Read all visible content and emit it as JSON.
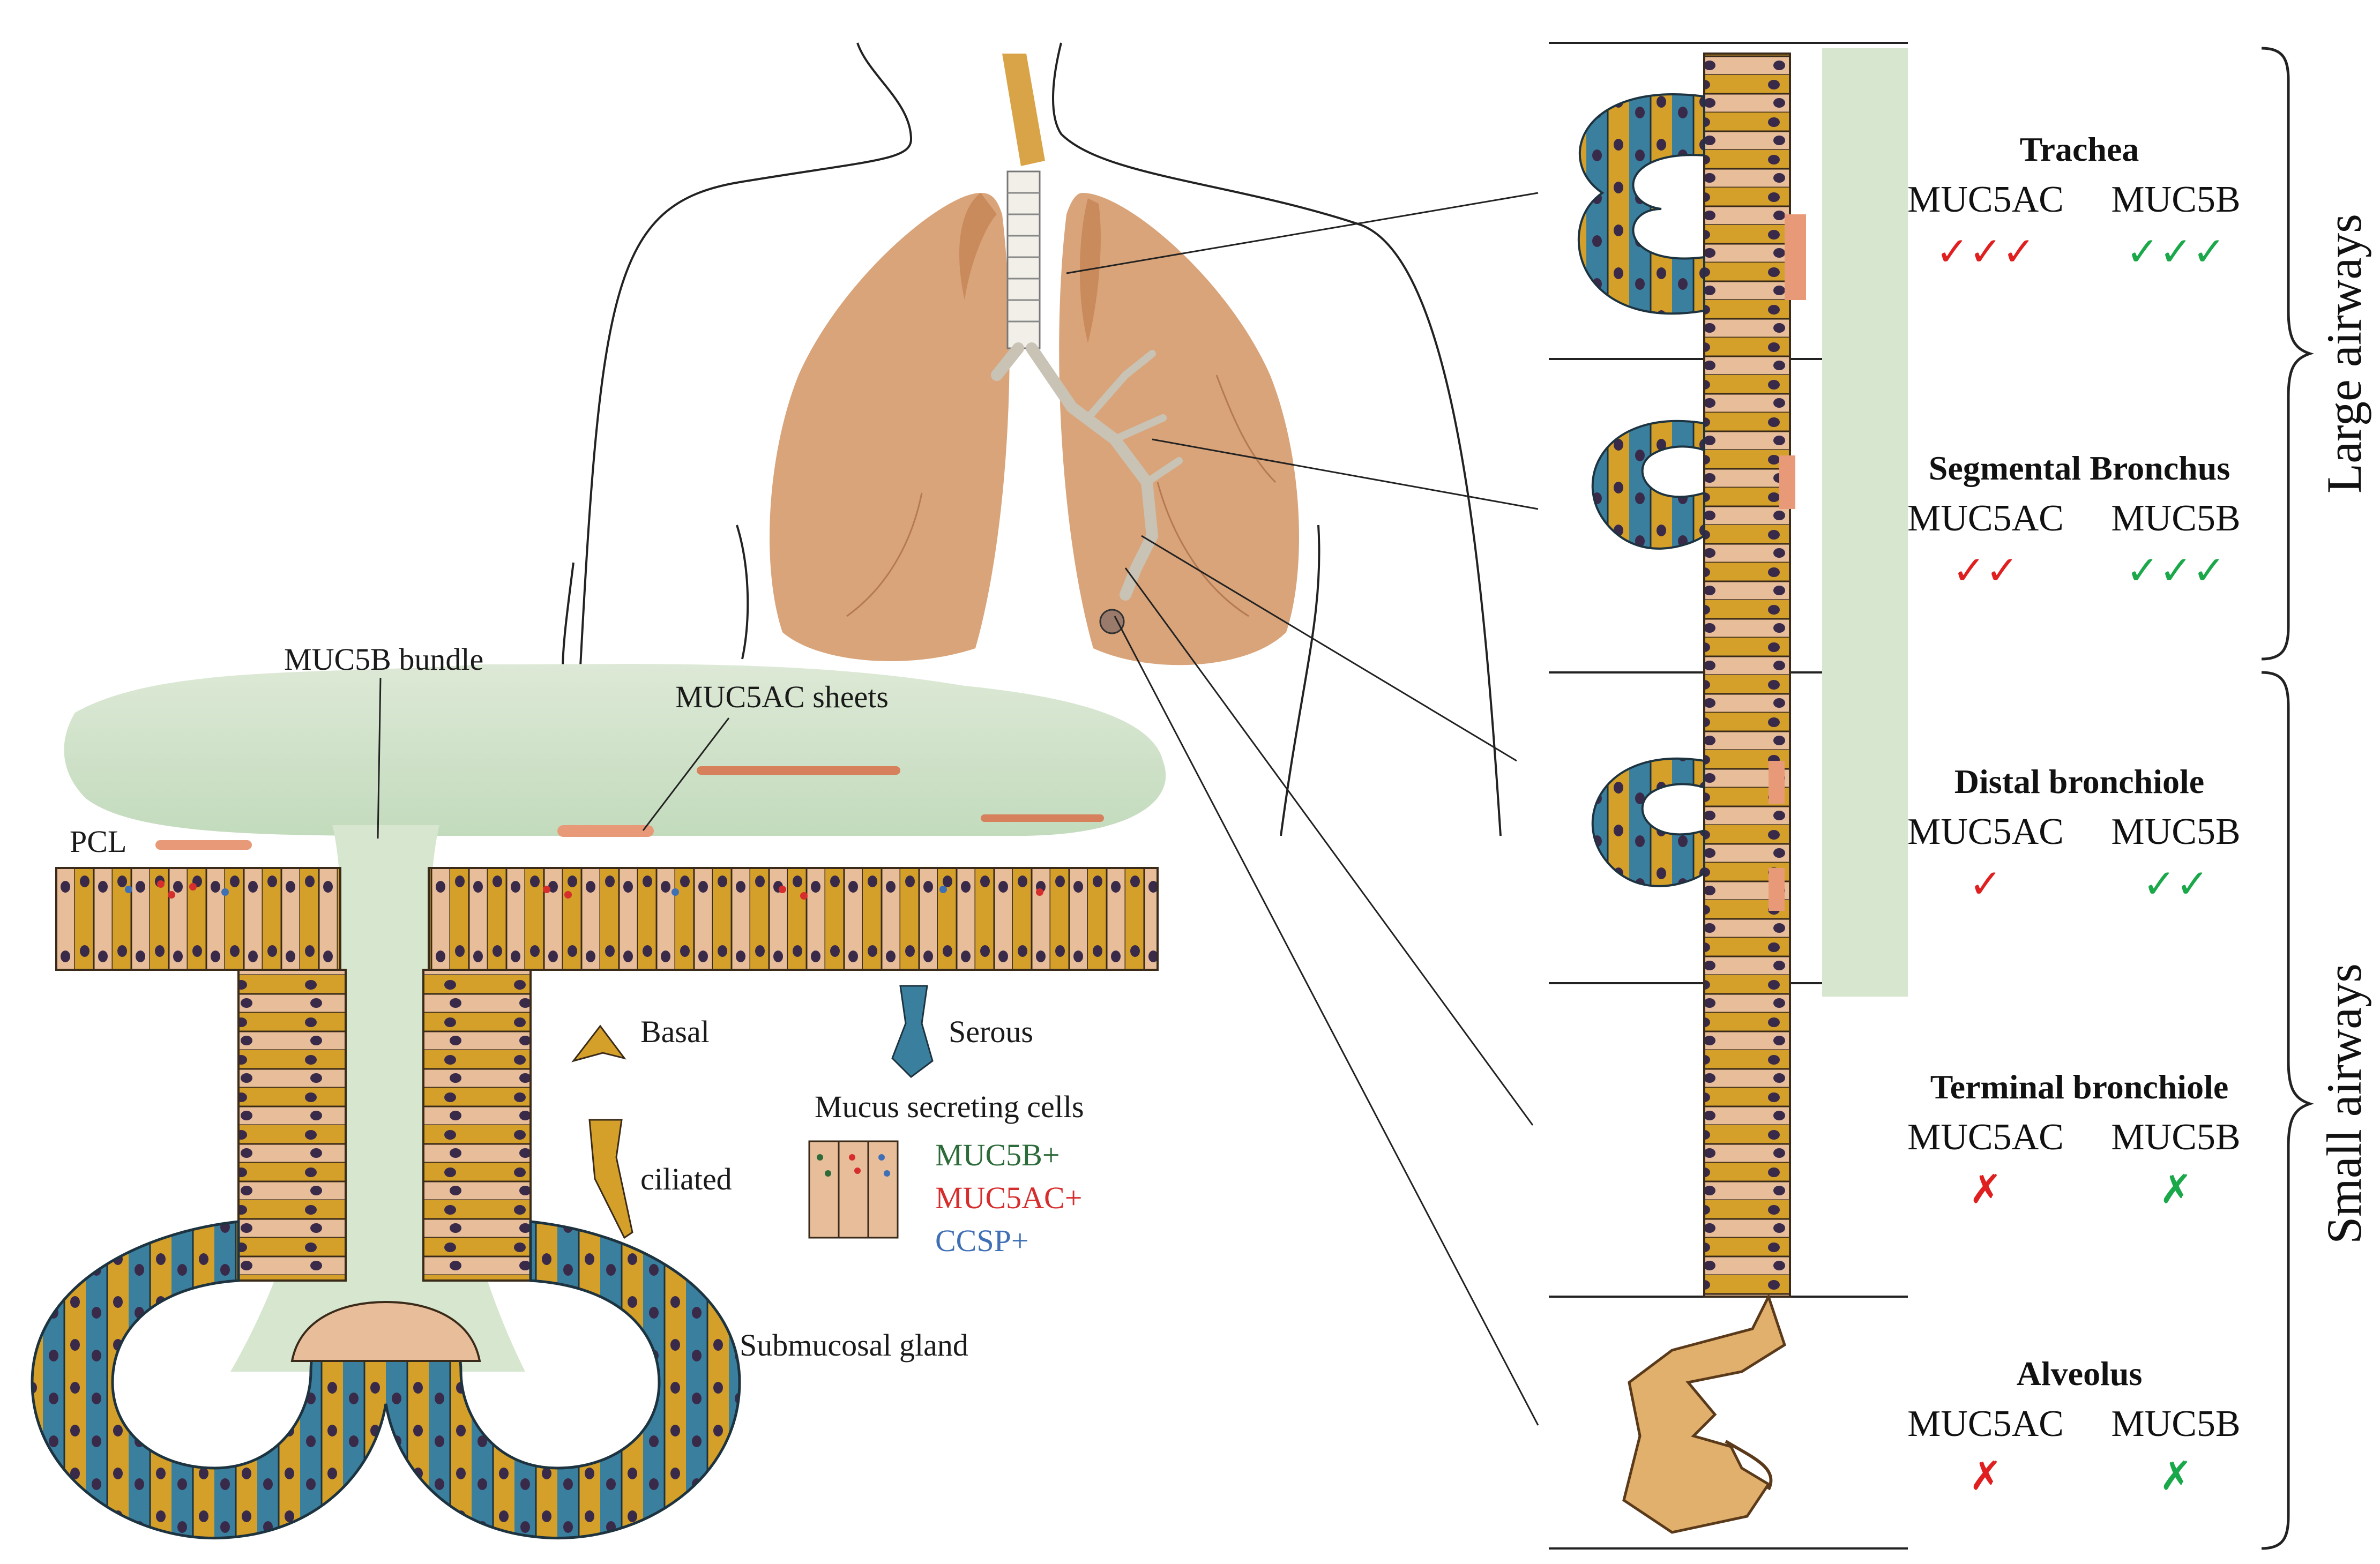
{
  "colors": {
    "lung": "#d9a47a",
    "lung_dark": "#c98a5c",
    "ciliated": "#d4a02a",
    "secretory": "#e8bd9a",
    "serous": "#3b7f9e",
    "nucleus": "#3a2a4a",
    "mucus": "#cfe3c8",
    "muc5ac_sheet": "#e89a78",
    "muc5b_text": "#2e6b3a",
    "muc5ac_text": "#d62d2d",
    "ccsp_text": "#3f6fb5",
    "check_red": "#e02020",
    "check_green": "#1aa84a"
  },
  "labels": {
    "muc5b_bundle": "MUC5B bundle",
    "muc5ac_sheets": "MUC5AC sheets",
    "pcl": "PCL",
    "submucosal_gland": "Submucosal gland"
  },
  "legend": {
    "basal": "Basal",
    "serous": "Serous",
    "ciliated": "ciliated",
    "mucus_title": "Mucus secreting cells",
    "muc5b_pos": "MUC5B+",
    "muc5ac_pos": "MUC5AC+",
    "ccsp_pos": "CCSP+"
  },
  "regions": [
    {
      "title": "Trachea",
      "h1": "MUC5AC",
      "h2": "MUC5B",
      "muc5ac": "✓✓✓",
      "muc5b": "✓✓✓"
    },
    {
      "title": "Segmental Bronchus",
      "h1": "MUC5AC",
      "h2": "MUC5B",
      "muc5ac": "✓✓",
      "muc5b": "✓✓✓"
    },
    {
      "title": "Distal bronchiole",
      "h1": "MUC5AC",
      "h2": "MUC5B",
      "muc5ac": "✓",
      "muc5b": "✓✓"
    },
    {
      "title": "Terminal bronchiole",
      "h1": "MUC5AC",
      "h2": "MUC5B",
      "muc5ac": "✗",
      "muc5b": "✗"
    },
    {
      "title": "Alveolus",
      "h1": "MUC5AC",
      "h2": "MUC5B",
      "muc5ac": "✗",
      "muc5b": "✗"
    }
  ],
  "groups": {
    "large": "Large airways",
    "small": "Small airways"
  }
}
